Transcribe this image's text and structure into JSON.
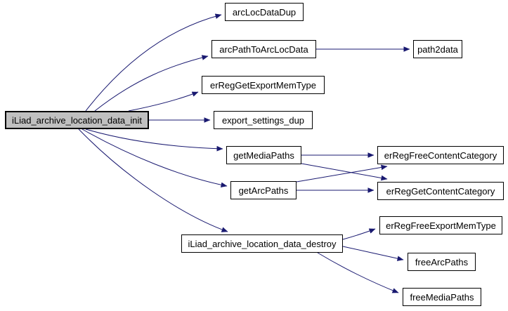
{
  "diagram": {
    "type": "doxygen-call-graph",
    "background_color": "#ffffff",
    "edge_color": "#191970",
    "node_border_color": "#000000",
    "node_fill_color": "#ffffff",
    "root_node_fill_color": "#c0c0c0",
    "nodes": {
      "init": {
        "label": "iLiad_archive_location_data_init",
        "root": true
      },
      "arcLocDataDup": {
        "label": "arcLocDataDup"
      },
      "arcPathToArcLocData": {
        "label": "arcPathToArcLocData"
      },
      "path2data": {
        "label": "path2data"
      },
      "erRegGetExportMemType": {
        "label": "erRegGetExportMemType"
      },
      "export_settings_dup": {
        "label": "export_settings_dup"
      },
      "getMediaPaths": {
        "label": "getMediaPaths"
      },
      "getArcPaths": {
        "label": "getArcPaths"
      },
      "erRegFreeContentCategory": {
        "label": "erRegFreeContentCategory"
      },
      "erRegGetContentCategory": {
        "label": "erRegGetContentCategory"
      },
      "destroy": {
        "label": "iLiad_archive_location_data_destroy"
      },
      "erRegFreeExportMemType": {
        "label": "erRegFreeExportMemType"
      },
      "freeArcPaths": {
        "label": "freeArcPaths"
      },
      "freeMediaPaths": {
        "label": "freeMediaPaths"
      }
    },
    "edges": [
      {
        "from": "iLiad_archive_location_data_init",
        "to": "arcLocDataDup"
      },
      {
        "from": "iLiad_archive_location_data_init",
        "to": "arcPathToArcLocData"
      },
      {
        "from": "iLiad_archive_location_data_init",
        "to": "erRegGetExportMemType"
      },
      {
        "from": "iLiad_archive_location_data_init",
        "to": "export_settings_dup"
      },
      {
        "from": "iLiad_archive_location_data_init",
        "to": "getMediaPaths"
      },
      {
        "from": "iLiad_archive_location_data_init",
        "to": "getArcPaths"
      },
      {
        "from": "iLiad_archive_location_data_init",
        "to": "iLiad_archive_location_data_destroy"
      },
      {
        "from": "arcPathToArcLocData",
        "to": "path2data"
      },
      {
        "from": "getMediaPaths",
        "to": "erRegFreeContentCategory"
      },
      {
        "from": "getMediaPaths",
        "to": "erRegGetContentCategory"
      },
      {
        "from": "getArcPaths",
        "to": "erRegFreeContentCategory"
      },
      {
        "from": "getArcPaths",
        "to": "erRegGetContentCategory"
      },
      {
        "from": "iLiad_archive_location_data_destroy",
        "to": "erRegFreeExportMemType"
      },
      {
        "from": "iLiad_archive_location_data_destroy",
        "to": "freeArcPaths"
      },
      {
        "from": "iLiad_archive_location_data_destroy",
        "to": "freeMediaPaths"
      }
    ]
  }
}
